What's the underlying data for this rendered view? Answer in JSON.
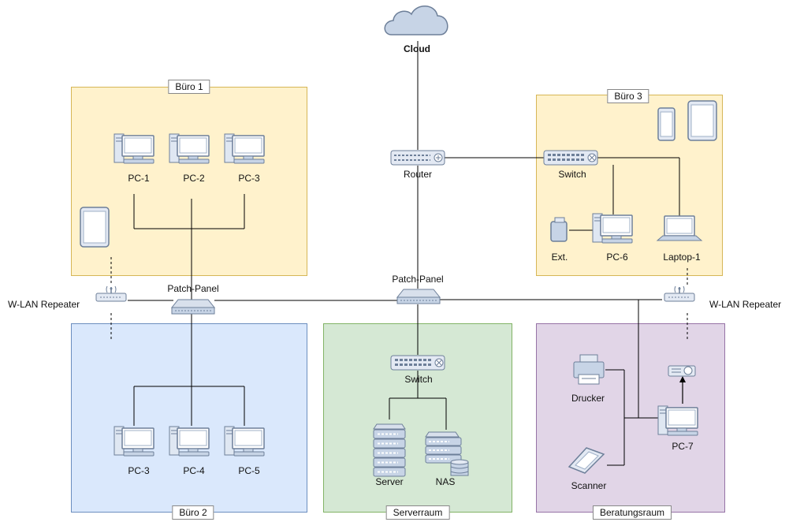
{
  "rooms": {
    "buero1": "Büro 1",
    "buero2": "Büro 2",
    "buero3": "Büro 3",
    "serverraum": "Serverraum",
    "beratungsraum": "Beratungsraum"
  },
  "devices": {
    "cloud": "Cloud",
    "router": "Router",
    "patch_panel_left": "Patch-Panel",
    "patch_panel_center": "Patch-Panel",
    "switch_buero3": "Switch",
    "switch_server": "Switch",
    "wlan_left": "W-LAN Repeater",
    "wlan_right": "W-LAN Repeater",
    "b1_pc1": "PC-1",
    "b1_pc2": "PC-2",
    "b1_pc3": "PC-3",
    "b2_pc3": "PC-3",
    "b2_pc4": "PC-4",
    "b2_pc5": "PC-5",
    "server": "Server",
    "nas": "NAS",
    "ext": "Ext.",
    "pc6": "PC-6",
    "laptop1": "Laptop-1",
    "drucker": "Drucker",
    "scanner": "Scanner",
    "pc7": "PC-7"
  },
  "icons": {
    "cloud": "cloud-icon",
    "router": "router-icon",
    "switch": "switch-icon",
    "patch_panel": "patch-panel-icon",
    "pc": "desktop-pc-icon",
    "server": "server-rack-icon",
    "nas": "nas-icon",
    "tablet": "tablet-icon",
    "phone": "smartphone-icon",
    "laptop": "laptop-icon",
    "external_drive": "external-drive-icon",
    "printer": "printer-icon",
    "scanner": "scanner-icon",
    "projector": "projector-icon",
    "wifi_repeater": "wifi-repeater-icon"
  },
  "colors": {
    "yellow_fill": "#fff2cc",
    "blue_fill": "#dae8fc",
    "green_fill": "#d5e8d4",
    "purple_fill": "#e1d5e7",
    "device_blue": "#c7d4e6",
    "device_stroke": "#6d7f99",
    "wire": "#000000"
  }
}
